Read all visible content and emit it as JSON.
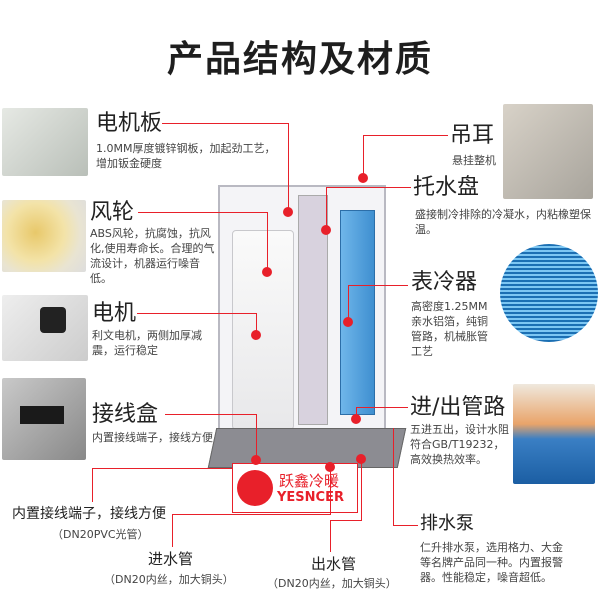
{
  "title": "产品结构及材质",
  "brand": {
    "name_cn": "跃鑫冷暖",
    "name_en": "YESNCER",
    "color": "#e8202a"
  },
  "accent_color": "#e8202a",
  "components": {
    "motor_plate": {
      "label": "电机板",
      "desc": "1.0MM厚度镀锌钢板，加起劲工艺，增加钣金硬度"
    },
    "fan_wheel": {
      "label": "风轮",
      "desc": "ABS风轮，抗腐蚀，抗风化,使用寿命长。合理的气流设计，机器运行噪音低。"
    },
    "motor": {
      "label": "电机",
      "desc": "利文电机，两侧加厚减震，运行稳定"
    },
    "junction_box": {
      "label": "接线盒",
      "desc": "内置接线端子，接线方便"
    },
    "hanger": {
      "label": "吊耳",
      "desc": "悬挂整机"
    },
    "drip_tray": {
      "label": "托水盘",
      "desc": "盛接制冷排除的冷凝水，内粘橡塑保温。"
    },
    "coil": {
      "label": "表冷器",
      "desc": "高密度1.25MM亲水铝箔，纯铜管路，机械胀管工艺"
    },
    "pipes": {
      "label": "进/出管路",
      "desc": "五进五出，设计水阻符合GB/T19232，高效换热效率。"
    },
    "drain_pump": {
      "label": "排水泵",
      "desc": "仁升排水泵，选用格力、大金等名牌产品同一种。内置报警器。性能稳定，噪音超低。"
    }
  },
  "bottom_labels": {
    "terminal": {
      "label": "内置接线端子，接线方便",
      "sub": "（DN20PVC光管）"
    },
    "water_in": {
      "label": "进水管",
      "sub": "（DN20内丝，加大铜头）"
    },
    "water_out": {
      "label": "出水管",
      "sub": "（DN20内丝，加大铜头）"
    }
  }
}
